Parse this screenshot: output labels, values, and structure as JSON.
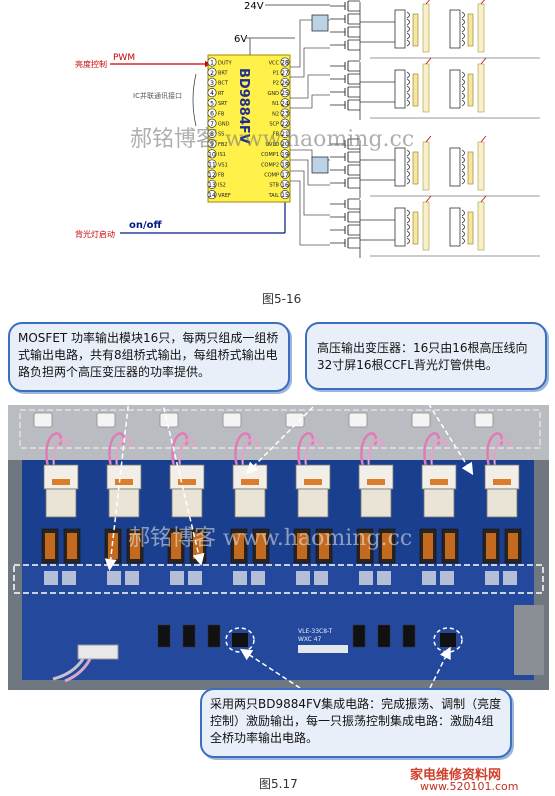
{
  "schematic": {
    "label_24v": "24V",
    "label_6v": "6V",
    "label_pwm": "PWM",
    "label_brightness": "亮度控制",
    "label_serial": "IC并联通讯接口",
    "label_onoff": "on/off",
    "label_backlight": "背光灯启动",
    "chip_name": "BD9884FV",
    "left_pins": [
      {
        "n": "1",
        "name": "DUTY"
      },
      {
        "n": "2",
        "name": "BRT"
      },
      {
        "n": "3",
        "name": "BCT"
      },
      {
        "n": "4",
        "name": "RT"
      },
      {
        "n": "5",
        "name": "SRT"
      },
      {
        "n": "6",
        "name": "FB"
      },
      {
        "n": "7",
        "name": "GND"
      },
      {
        "n": "8",
        "name": "SS"
      },
      {
        "n": "9",
        "name": "FB2"
      },
      {
        "n": "10",
        "name": "IS1"
      },
      {
        "n": "11",
        "name": "VS1"
      },
      {
        "n": "12",
        "name": "FB"
      },
      {
        "n": "13",
        "name": "IS2"
      },
      {
        "n": "14",
        "name": "VREF"
      }
    ],
    "right_pins": [
      {
        "n": "28",
        "name": "VCC"
      },
      {
        "n": "27",
        "name": "P1"
      },
      {
        "n": "26",
        "name": "P2"
      },
      {
        "n": "25",
        "name": "GND"
      },
      {
        "n": "24",
        "name": "N1"
      },
      {
        "n": "23",
        "name": "N2"
      },
      {
        "n": "22",
        "name": "SCP"
      },
      {
        "n": "21",
        "name": "FB"
      },
      {
        "n": "20",
        "name": "UVLO"
      },
      {
        "n": "19",
        "name": "COMP1"
      },
      {
        "n": "18",
        "name": "COMP2"
      },
      {
        "n": "17",
        "name": "COMP"
      },
      {
        "n": "16",
        "name": "STB"
      },
      {
        "n": "15",
        "name": "TAIL"
      }
    ],
    "watermark": "郝铭博客 www.haoming.cc"
  },
  "caption_1": "图5-16",
  "callouts": {
    "mosfet": "MOSFET 功率输出模块16只，每两只组成一组桥式输出电路，共有8组桥式输出，每组桥式输出电路负担两个高压变压器的功率提供。",
    "transformer": "高压输出变压器：16只由16根高压线向32寸屏16根CCFL背光灯管供电。",
    "ic": "采用两只BD9884FV集成电路：完成振荡、调制（亮度控制）激励输出，每一只振荡控制集成电路：激励4组全桥功率输出电路。"
  },
  "board": {
    "watermark": "郝铭博客 www.haoming.cc",
    "silk_1": "VLE-33C8-T",
    "silk_2": "WXC 47"
  },
  "caption_2": "图5.17",
  "footer": {
    "site_name": "家电维修资料网",
    "site_url": "www.520101.com"
  },
  "colors": {
    "callout_border": "#3a6fc0",
    "callout_fill": "#e9eff9",
    "chip_fill": "#fff04a",
    "pcb_blue": "#1b3f8f",
    "transformer_white": "#f2efe8"
  }
}
